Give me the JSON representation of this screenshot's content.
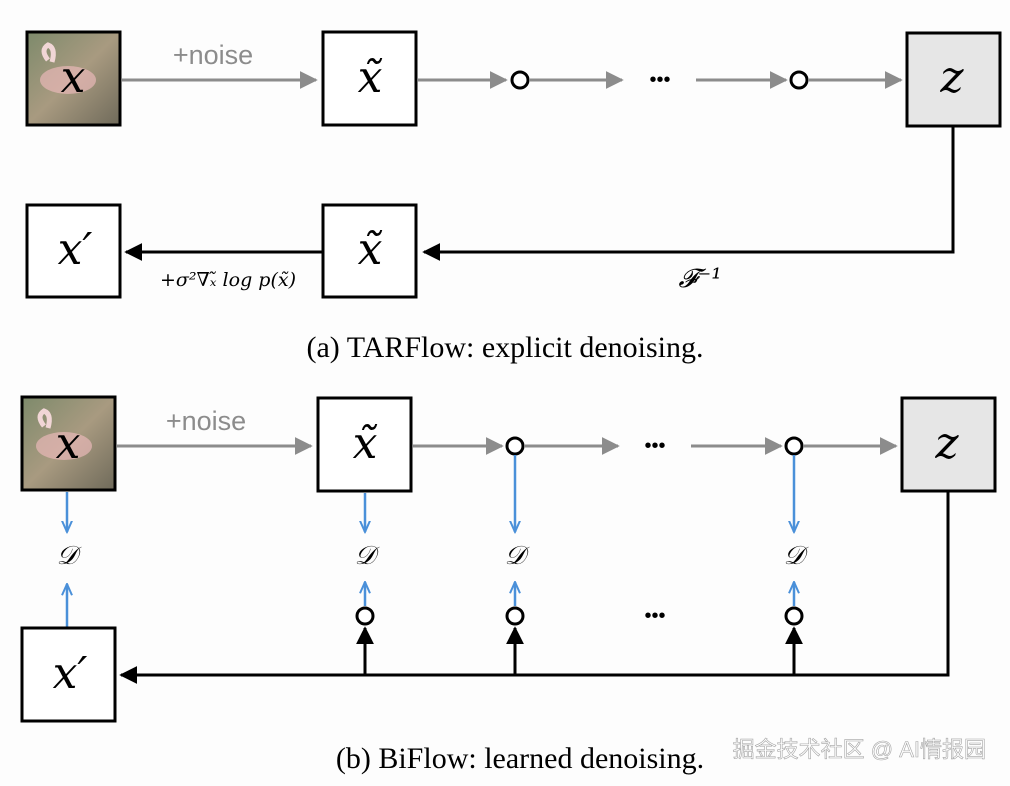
{
  "panel_a": {
    "input_symbol": "x",
    "noise_label": "+noise",
    "noisy_symbol": "x̃",
    "dots": "•••",
    "latent_symbol": "z",
    "inverse_label": "𝓕⁻¹",
    "denoised_symbol": "x′",
    "score_label": "+σ²∇ₓ̃ log p(x̃)",
    "caption": "(a) TARFlow: explicit denoising."
  },
  "panel_b": {
    "input_symbol": "x",
    "noise_label": "+noise",
    "noisy_symbol": "x̃",
    "dots_top": "•••",
    "dots_bottom": "•••",
    "latent_symbol": "z",
    "distance_symbol": "𝒟",
    "denoised_symbol": "x′",
    "caption": "(b) BiFlow: learned denoising."
  },
  "watermark": "掘金技术社区 @ AI情报园",
  "colors": {
    "gray_arrow": "#8c8c8c",
    "blue_arrow": "#4a90d9",
    "latent_fill": "#e6e6e6"
  }
}
